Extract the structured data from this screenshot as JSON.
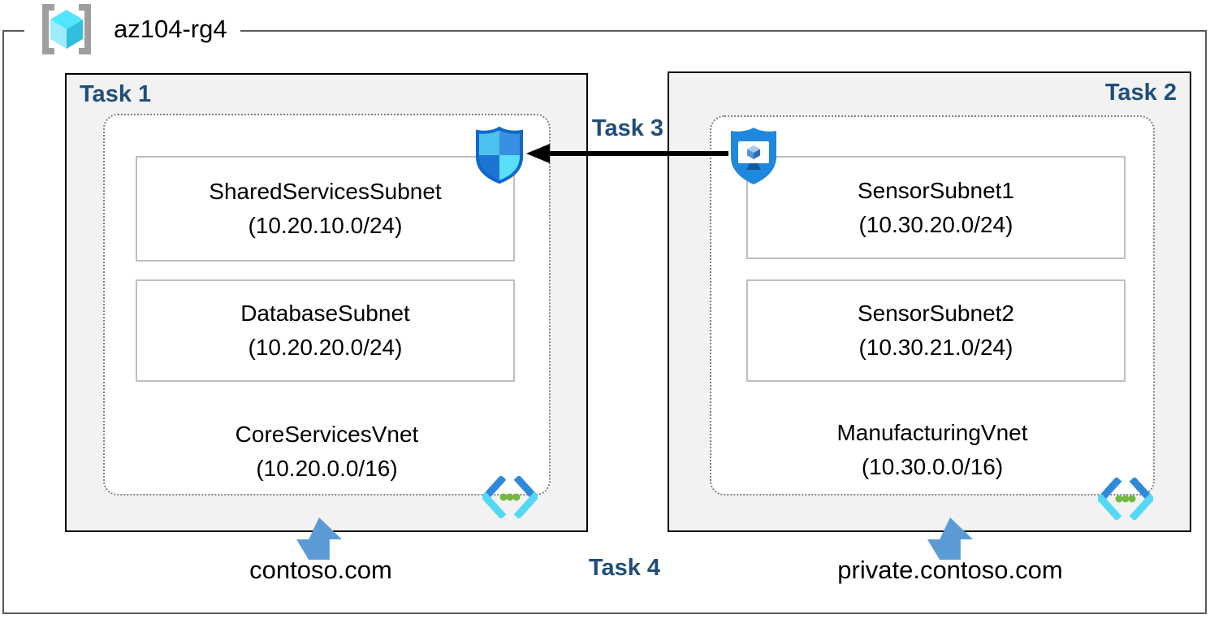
{
  "resource_group": {
    "name": "az104-rg4",
    "icon": "resource-group-icon"
  },
  "left_box": {
    "task_label": "Task 1",
    "vnet": {
      "name": "CoreServicesVnet",
      "cidr": "(10.20.0.0/16)",
      "icon": "virtual-network-icon"
    },
    "subnets": [
      {
        "name": "SharedServicesSubnet",
        "cidr": "(10.20.10.0/24)"
      },
      {
        "name": "DatabaseSubnet",
        "cidr": "(10.20.20.0/24)"
      }
    ],
    "security_icon": "network-security-group-icon",
    "dns_zone": "contoso.com"
  },
  "right_box": {
    "task_label": "Task 2",
    "vnet": {
      "name": "ManufacturingVnet",
      "cidr": "(10.30.0.0/16)",
      "icon": "virtual-network-icon"
    },
    "subnets": [
      {
        "name": "SensorSubnet1",
        "cidr": "(10.30.20.0/24)"
      },
      {
        "name": "SensorSubnet2",
        "cidr": "(10.30.21.0/24)"
      }
    ],
    "security_icon": "application-security-group-icon",
    "dns_zone": "private.contoso.com"
  },
  "connections": {
    "task3_label": "Task 3",
    "task4_label": "Task 4"
  },
  "colors": {
    "task_label_navy": "#1F4E79",
    "box_fill": "#F2F2F2",
    "box_border": "#000000",
    "vnet_dotted_border": "#7F7F7F",
    "subnet_border": "#BFBFBF",
    "outer_frame_border": "#595959",
    "dns_arrow_blue": "#5B9BD5",
    "flow_arrow_black": "#000000",
    "vnet_icon_blue": "#2E8AD8",
    "vnet_icon_cyan": "#53D9F5",
    "vnet_icon_green": "#74B843",
    "nsg_outline_blue": "#0E68CC",
    "asg_shield_blue": "#2087DF",
    "rg_cube_cyan": "#50E6FF"
  }
}
